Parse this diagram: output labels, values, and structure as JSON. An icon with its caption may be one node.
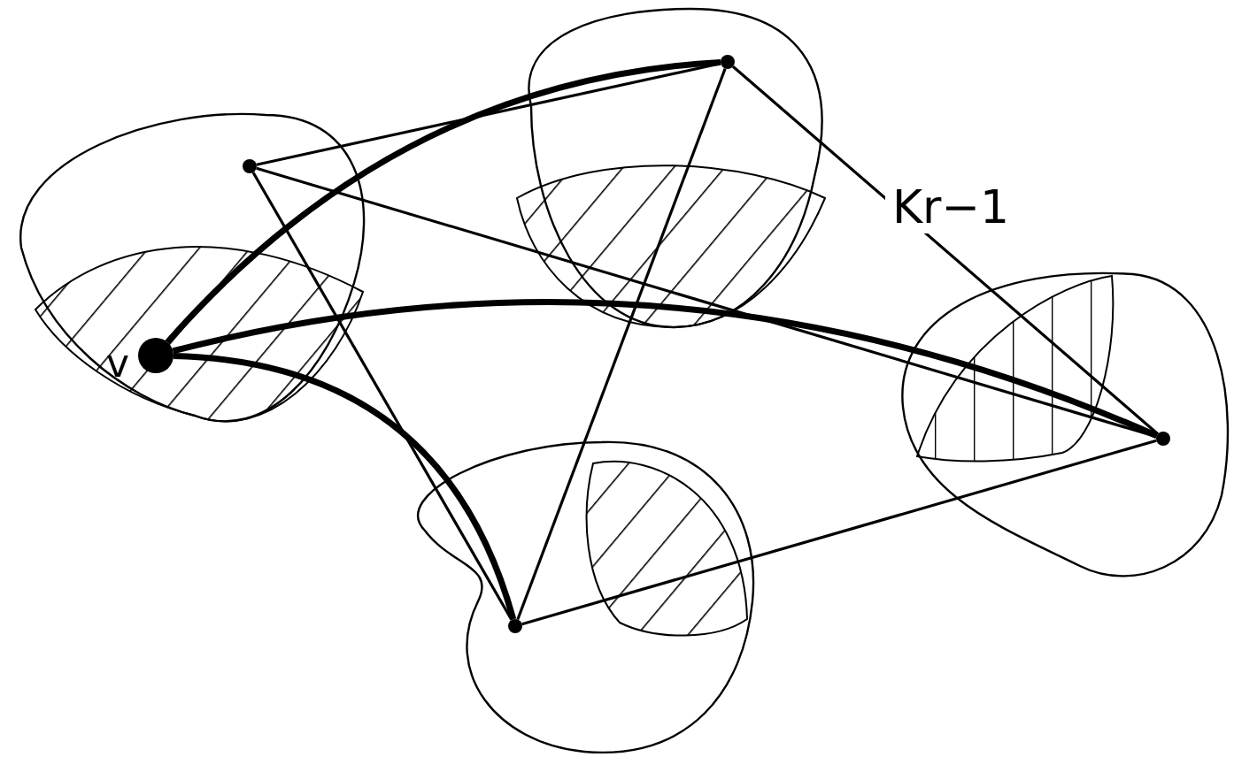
{
  "diagram": {
    "nodes": [
      {
        "text": [],
        "shape": "circle",
        "beside": [
          "v"
        ]
      },
      {
        "text": [],
        "shape": "circle"
      },
      {
        "text": [],
        "shape": "circle"
      },
      {
        "text": [],
        "shape": "circle"
      },
      {
        "text": [],
        "shape": "circle"
      }
    ],
    "edges": [
      {
        "from": 1,
        "to": 3,
        "arrow": "none"
      },
      {
        "from": 1,
        "to": 4,
        "arrow": "none"
      },
      {
        "from": 1,
        "to": 2,
        "arrow": "none"
      },
      {
        "from": 3,
        "to": 2,
        "arrow": "none"
      },
      {
        "from": 3,
        "to": 4,
        "arrow": "none",
        "label": "Kr−1"
      },
      {
        "from": 2,
        "to": 4,
        "arrow": "none"
      },
      {
        "from": 0,
        "to": 3,
        "arrow": "none",
        "style": "thick"
      },
      {
        "from": 0,
        "to": 4,
        "arrow": "none",
        "style": "thick"
      },
      {
        "from": 0,
        "to": 2,
        "arrow": "none",
        "style": "thick"
      }
    ]
  }
}
